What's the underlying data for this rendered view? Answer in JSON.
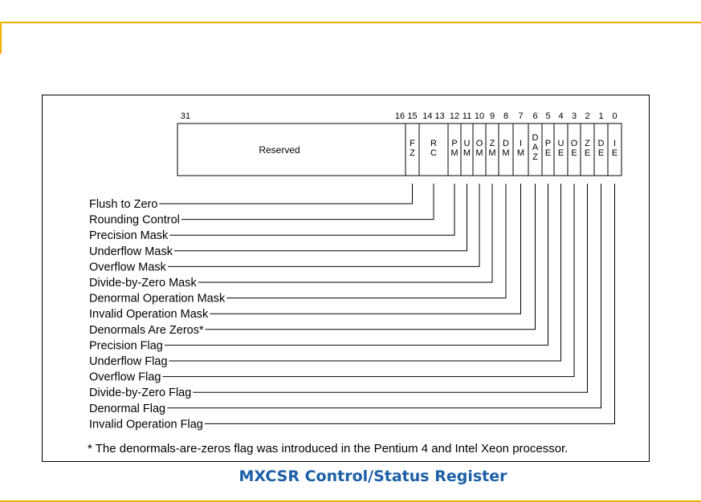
{
  "caption": "MXCSR Control/Status Register",
  "footnote": "* The denormals-are-zeros flag was introduced in the Pentium 4 and Intel Xeon processor.",
  "register": {
    "reserved_label": "Reserved",
    "reserved_high_bit": "31",
    "reserved_low_bit": "16",
    "fields": [
      {
        "bit": "15",
        "abbr": [
          "F",
          "Z"
        ]
      },
      {
        "bit": "14 13",
        "abbr": [
          "R",
          "C"
        ]
      },
      {
        "bit": "12",
        "abbr": [
          "P",
          "M"
        ]
      },
      {
        "bit": "11",
        "abbr": [
          "U",
          "M"
        ]
      },
      {
        "bit": "10",
        "abbr": [
          "O",
          "M"
        ]
      },
      {
        "bit": "9",
        "abbr": [
          "Z",
          "M"
        ]
      },
      {
        "bit": "8",
        "abbr": [
          "D",
          "M"
        ]
      },
      {
        "bit": "7",
        "abbr": [
          "I",
          "M"
        ]
      },
      {
        "bit": "6",
        "abbr": [
          "D",
          "A",
          "Z"
        ]
      },
      {
        "bit": "5",
        "abbr": [
          "P",
          "E"
        ]
      },
      {
        "bit": "4",
        "abbr": [
          "U",
          "E"
        ]
      },
      {
        "bit": "3",
        "abbr": [
          "O",
          "E"
        ]
      },
      {
        "bit": "2",
        "abbr": [
          "Z",
          "E"
        ]
      },
      {
        "bit": "1",
        "abbr": [
          "D",
          "E"
        ]
      },
      {
        "bit": "0",
        "abbr": [
          "I",
          "E"
        ]
      }
    ]
  },
  "field_labels": [
    "Flush to Zero",
    "Rounding Control",
    "Precision Mask",
    "Underflow Mask",
    "Overflow Mask",
    "Divide-by-Zero Mask",
    "Denormal Operation Mask",
    "Invalid Operation Mask",
    "Denormals Are Zeros*",
    "Precision Flag",
    "Underflow Flag",
    "Overflow Flag",
    "Divide-by-Zero Flag",
    "Denormal Flag",
    "Invalid Operation Flag"
  ]
}
